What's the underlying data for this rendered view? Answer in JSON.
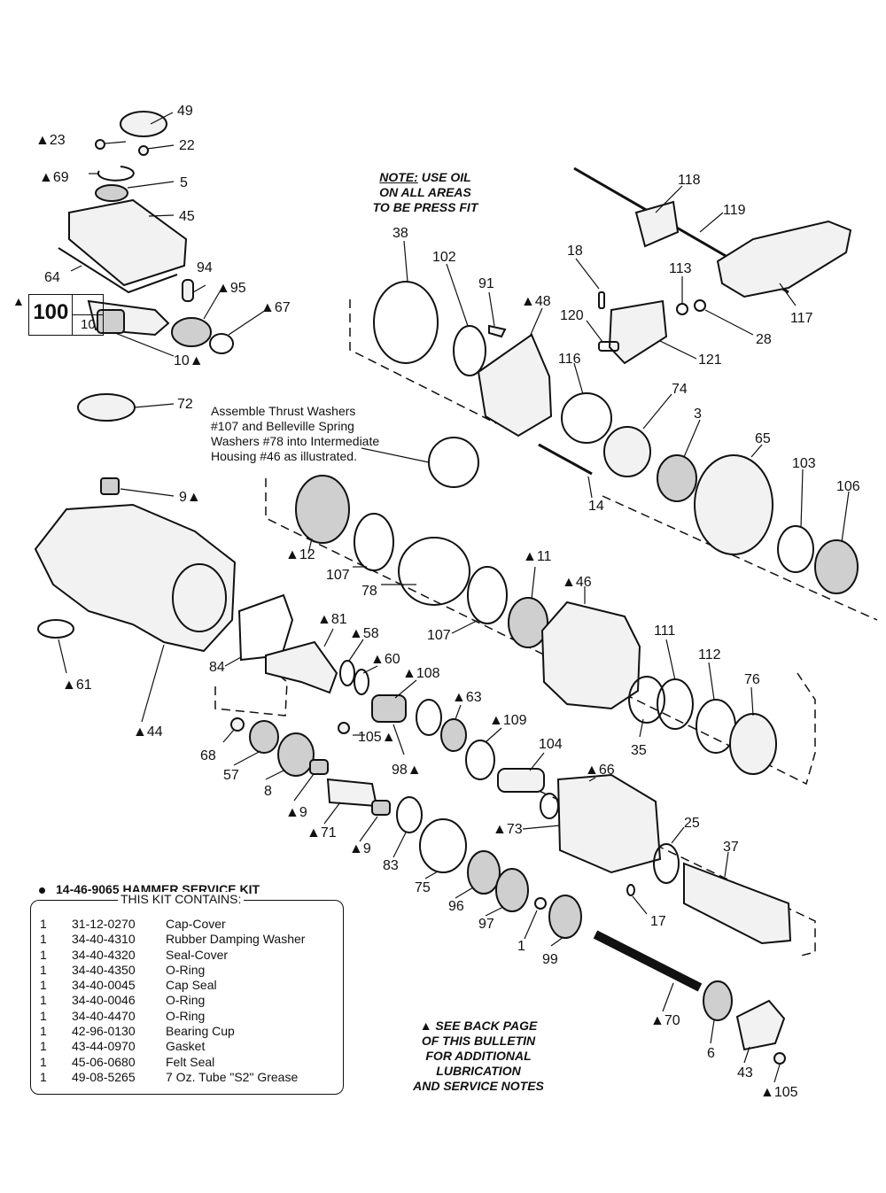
{
  "labels": [
    {
      "id": "p49",
      "text": "49"
    },
    {
      "id": "p23",
      "text": "▲23"
    },
    {
      "id": "p22",
      "text": "22"
    },
    {
      "id": "p69",
      "text": "▲69"
    },
    {
      "id": "p5",
      "text": "5"
    },
    {
      "id": "p45",
      "text": "45"
    },
    {
      "id": "p64",
      "text": "64"
    },
    {
      "id": "p94",
      "text": "94"
    },
    {
      "id": "p95",
      "text": "▲95"
    },
    {
      "id": "p67",
      "text": "▲67"
    },
    {
      "id": "p10",
      "text": "10▲"
    },
    {
      "id": "p72",
      "text": "72"
    },
    {
      "id": "p9a",
      "text": "9▲"
    },
    {
      "id": "p61",
      "text": "▲61"
    },
    {
      "id": "p44",
      "text": "▲44"
    },
    {
      "id": "p84",
      "text": "84"
    },
    {
      "id": "p38",
      "text": "38"
    },
    {
      "id": "p102",
      "text": "102"
    },
    {
      "id": "p91",
      "text": "91"
    },
    {
      "id": "p48",
      "text": "▲48"
    },
    {
      "id": "p18",
      "text": "18"
    },
    {
      "id": "p118",
      "text": "118"
    },
    {
      "id": "p119",
      "text": "119"
    },
    {
      "id": "p113",
      "text": "113"
    },
    {
      "id": "p117",
      "text": "117"
    },
    {
      "id": "p28",
      "text": "28"
    },
    {
      "id": "p120",
      "text": "120"
    },
    {
      "id": "p121",
      "text": "121"
    },
    {
      "id": "p116",
      "text": "116"
    },
    {
      "id": "p74",
      "text": "74"
    },
    {
      "id": "p3",
      "text": "3"
    },
    {
      "id": "p65",
      "text": "65"
    },
    {
      "id": "p103",
      "text": "103"
    },
    {
      "id": "p106",
      "text": "106"
    },
    {
      "id": "p14",
      "text": "14"
    },
    {
      "id": "p12",
      "text": "▲12"
    },
    {
      "id": "p107a",
      "text": "107"
    },
    {
      "id": "p78",
      "text": "78"
    },
    {
      "id": "p107b",
      "text": "107"
    },
    {
      "id": "p11",
      "text": "▲11"
    },
    {
      "id": "p46",
      "text": "▲46"
    },
    {
      "id": "p81",
      "text": "▲81"
    },
    {
      "id": "p58",
      "text": "▲58"
    },
    {
      "id": "p60",
      "text": "▲60"
    },
    {
      "id": "p108",
      "text": "▲108"
    },
    {
      "id": "p63",
      "text": "▲63"
    },
    {
      "id": "p109",
      "text": "▲109"
    },
    {
      "id": "p111",
      "text": "111"
    },
    {
      "id": "p112",
      "text": "112"
    },
    {
      "id": "p76",
      "text": "76"
    },
    {
      "id": "p35",
      "text": "35"
    },
    {
      "id": "p105a",
      "text": "105▲"
    },
    {
      "id": "p98",
      "text": "98▲"
    },
    {
      "id": "p104",
      "text": "104"
    },
    {
      "id": "p66",
      "text": "▲66"
    },
    {
      "id": "p68",
      "text": "68"
    },
    {
      "id": "p57",
      "text": "57"
    },
    {
      "id": "p8",
      "text": "8"
    },
    {
      "id": "p9b",
      "text": "▲9"
    },
    {
      "id": "p71",
      "text": "▲71"
    },
    {
      "id": "p9c",
      "text": "▲9"
    },
    {
      "id": "p83",
      "text": "83"
    },
    {
      "id": "p75",
      "text": "75"
    },
    {
      "id": "p73",
      "text": "▲73"
    },
    {
      "id": "p25",
      "text": "25"
    },
    {
      "id": "p37",
      "text": "37"
    },
    {
      "id": "p96",
      "text": "96"
    },
    {
      "id": "p97",
      "text": "97"
    },
    {
      "id": "p1",
      "text": "1"
    },
    {
      "id": "p99",
      "text": "99"
    },
    {
      "id": "p17",
      "text": "17"
    },
    {
      "id": "p70",
      "text": "▲70"
    },
    {
      "id": "p6",
      "text": "6"
    },
    {
      "id": "p43",
      "text": "43"
    },
    {
      "id": "p105b",
      "text": "▲105"
    }
  ],
  "kit100": {
    "tri": "▲",
    "big": "100",
    "top": "",
    "bottom": "10"
  },
  "note_oil": {
    "lead": "NOTE:",
    "l1": " USE OIL",
    "l2": "ON ALL AREAS",
    "l3": "TO BE PRESS FIT"
  },
  "assemble_note": [
    "Assemble Thrust Washers",
    "#107 and Belleville Spring",
    "Washers #78 into Intermediate",
    "Housing #46 as illustrated."
  ],
  "back_note": [
    "▲ SEE BACK PAGE",
    "OF THIS BULLETIN",
    "FOR ADDITIONAL",
    "LUBRICATION",
    "AND SERVICE NOTES"
  ],
  "service_kit": {
    "title": "14-46-9065 HAMMER SERVICE KIT",
    "subtitle": "THIS KIT CONTAINS:",
    "items": [
      {
        "qty": "1",
        "part": "31-12-0270",
        "desc": "Cap-Cover"
      },
      {
        "qty": "1",
        "part": "34-40-4310",
        "desc": "Rubber Damping Washer"
      },
      {
        "qty": "1",
        "part": "34-40-4320",
        "desc": "Seal-Cover"
      },
      {
        "qty": "1",
        "part": "34-40-4350",
        "desc": "O-Ring"
      },
      {
        "qty": "1",
        "part": "34-40-0045",
        "desc": "Cap Seal"
      },
      {
        "qty": "1",
        "part": "34-40-0046",
        "desc": "O-Ring"
      },
      {
        "qty": "1",
        "part": "34-40-4470",
        "desc": "O-Ring"
      },
      {
        "qty": "1",
        "part": "42-96-0130",
        "desc": "Bearing Cup"
      },
      {
        "qty": "1",
        "part": "43-44-0970",
        "desc": "Gasket"
      },
      {
        "qty": "1",
        "part": "45-06-0680",
        "desc": "Felt Seal"
      },
      {
        "qty": "1",
        "part": "49-08-5265",
        "desc": "7 Oz. Tube \"S2\" Grease"
      }
    ]
  }
}
